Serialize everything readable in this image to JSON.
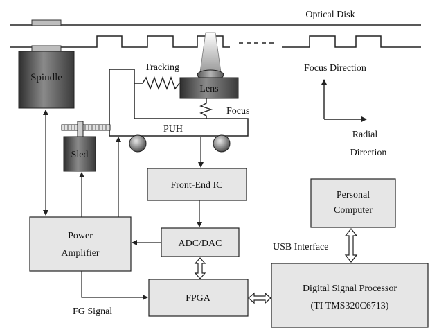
{
  "title": "Optical Disk",
  "labels": {
    "tracking": "Tracking",
    "focus": "Focus",
    "puh": "PUH",
    "fg_signal": "FG Signal",
    "usb_interface": "USB Interface",
    "focus_direction": "Focus Direction",
    "radial": "Radial",
    "direction": "Direction"
  },
  "blocks": {
    "spindle": "Spindle",
    "lens": "Lens",
    "sled": "Sled",
    "front_end": "Front-End IC",
    "personal_computer": [
      "Personal",
      "Computer"
    ],
    "power_amplifier": [
      "Power",
      "Amplifier"
    ],
    "adc_dac": "ADC/DAC",
    "fpga": "FPGA",
    "dsp": [
      "Digital Signal Processor",
      "(TI TMS320C6713)"
    ]
  },
  "colors": {
    "block_fill": "#e6e6e6",
    "dark_cylinder": "#4a4a4a",
    "line": "#222222"
  }
}
